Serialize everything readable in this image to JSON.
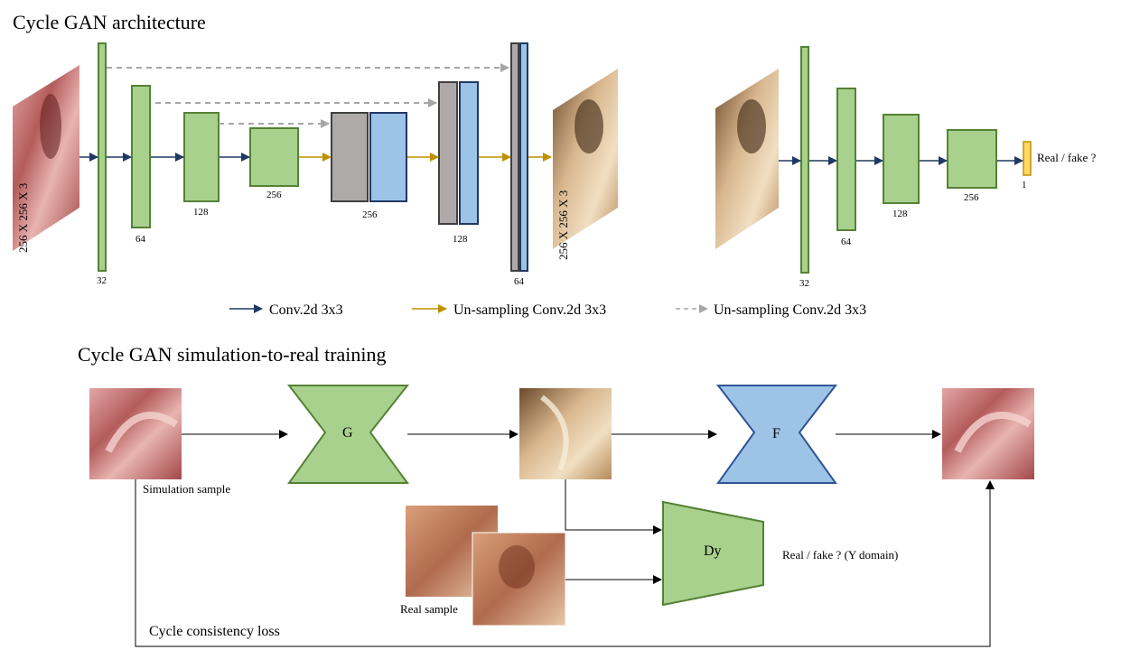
{
  "titles": {
    "architecture": "Cycle GAN architecture",
    "training": "Cycle GAN simulation-to-real training"
  },
  "generator": {
    "input_dim": "256 X 256 X 3",
    "output_dim": "256 X 256 X 3",
    "enc_labels": [
      "32",
      "64",
      "128",
      "256"
    ],
    "dec_labels": [
      "256",
      "128",
      "64"
    ]
  },
  "discriminator": {
    "labels": [
      "32",
      "64",
      "128",
      "256",
      "1"
    ],
    "output": "Real / fake ?"
  },
  "legend": {
    "conv": "Conv.2d 3x3",
    "upconv": "Un-sampling Conv.2d 3x3",
    "skip": "Un-sampling Conv.2d 3x3"
  },
  "training": {
    "g_label": "G",
    "f_label": "F",
    "dy_label": "Dy",
    "sim_caption": "Simulation sample",
    "real_caption": "Real sample",
    "dy_output": "Real / fake ? (Y domain)",
    "loss_caption": "Cycle consistency loss"
  },
  "colors": {
    "green_fill": "#a9d18e",
    "green_stroke": "#548235",
    "blue_fill": "#9dc3e6",
    "blue_stroke": "#2f5597",
    "gray_fill": "#aeaaaa",
    "gray_stroke": "#404040",
    "navy_arrow": "#1f3864",
    "gold_arrow": "#bf9000",
    "skip_arrow": "#a6a6a6",
    "yellow_fill": "#ffd966"
  }
}
